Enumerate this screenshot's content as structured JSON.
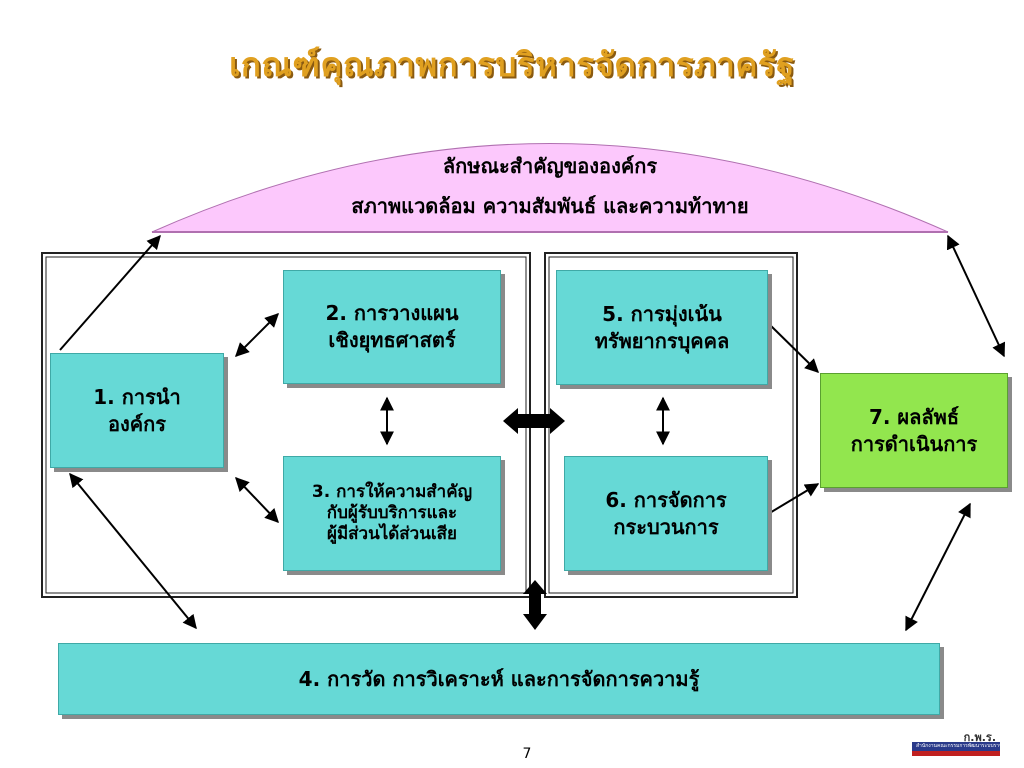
{
  "title": "เกณฑ์คุณภาพการบริหารจัดการภาครัฐ",
  "profile": {
    "line1": "ลักษณะสำคัญขององค์กร",
    "line2": "สภาพแวดล้อม ความสัมพันธ์ และความท้าทาย"
  },
  "boxes": {
    "leadership": "1. การนำ\nองค์กร",
    "strategic_planning": "2. การวางแผน\nเชิงยุทธศาสตร์",
    "customer_focus": "3. การให้ความสำคัญ\nกับผู้รับบริการและ\nผู้มีส่วนได้ส่วนเสีย",
    "measurement": "4. การวัด การวิเคราะห์ และการจัดการความรู้",
    "hr_focus": "5. การมุ่งเน้น\nทรัพยากรบุคคล",
    "process_management": "6. การจัดการ\nกระบวนการ",
    "results": "7. ผลลัพธ์\nการดำเนินการ"
  },
  "colors": {
    "title": "#e0a020",
    "box_fill": "#66d9d6",
    "results_fill": "#92e64e",
    "dome_fill": "#fcc8fc"
  },
  "page_number": "7",
  "logo": {
    "text": "ก.พ.ร.",
    "subtitle": "สำนักงานคณะกรรมการพัฒนาระบบราชการ"
  }
}
